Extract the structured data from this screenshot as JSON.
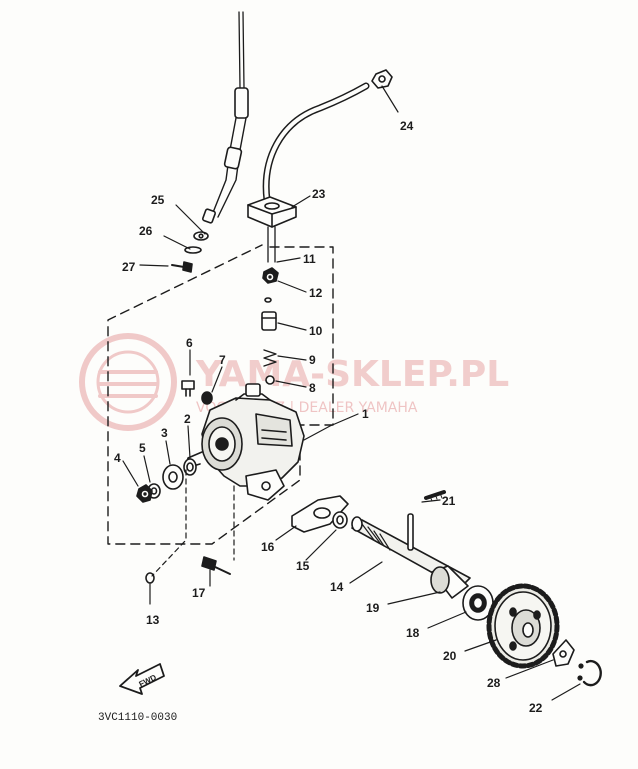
{
  "diagram": {
    "catalog_code": "3VC1110-0030",
    "direction_arrow_label": "FWD",
    "part_labels": {
      "p1": "1",
      "p2": "2",
      "p3": "3",
      "p4": "4",
      "p5": "5",
      "p6": "6",
      "p7": "7",
      "p8": "8",
      "p9": "9",
      "p10": "10",
      "p11": "11",
      "p12": "12",
      "p13": "13",
      "p14": "14",
      "p15": "15",
      "p16": "16",
      "p17": "17",
      "p18": "18",
      "p19": "19",
      "p20": "20",
      "p21": "21",
      "p22": "22",
      "p23": "23",
      "p24": "24",
      "p25": "25",
      "p26": "26",
      "p27": "27",
      "p28": "28"
    }
  },
  "watermark": {
    "site": "YAMA-SKLEP.PL",
    "dealer": "VOCHOWICZ | DEALER YAMAHA",
    "color": "#e8a7a7"
  }
}
